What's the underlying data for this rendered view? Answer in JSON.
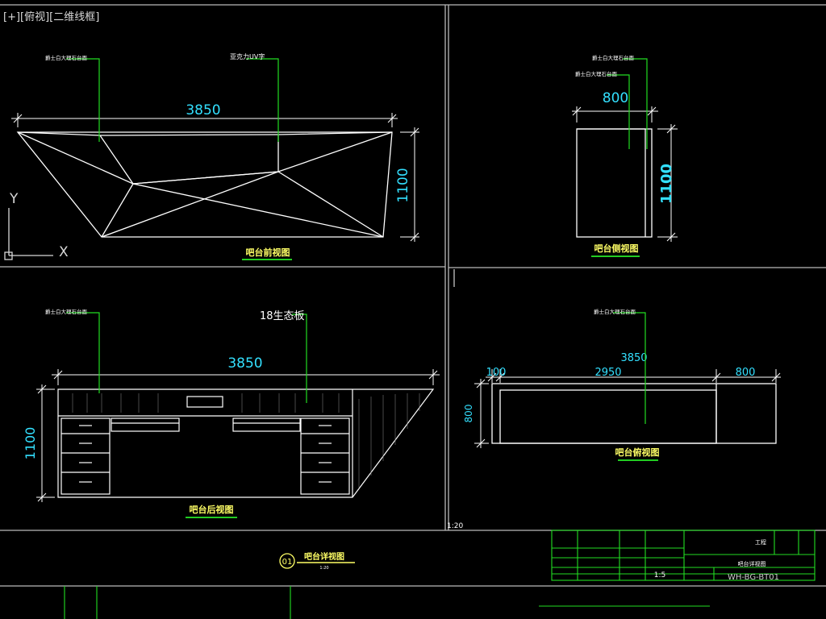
{
  "viewport": {
    "label": "[+][俯视][二维线框]"
  },
  "ucs": {
    "x_label": "X",
    "y_label": "Y"
  },
  "scale_note": "1:20",
  "colors": {
    "background": "#000000",
    "geometry": "#ffffff",
    "dimension": "#33e0ff",
    "leader": "#22dd22",
    "frame": "#b9b9b9",
    "title_text": "#ffff66",
    "underline": "#22cc22"
  },
  "views": {
    "front": {
      "title": "吧台前视图",
      "dim_width": "3850",
      "dim_height": "1100",
      "callouts": [
        "爵士白大理石台面",
        "亚克力UV字"
      ]
    },
    "side": {
      "title": "吧台侧视图",
      "dim_width": "800",
      "dim_height": "1100",
      "callouts": [
        "爵士白大理石台面",
        "爵士白大理石台面"
      ]
    },
    "back": {
      "title": "吧台后视图",
      "dim_width": "3850",
      "dim_height": "1100",
      "callouts": [
        "爵士白大理石台面",
        "18生态板"
      ]
    },
    "top": {
      "title": "吧台俯视图",
      "dim_total": "3850",
      "dim_segments": [
        "100",
        "2950",
        "800"
      ],
      "dim_height": "800",
      "callouts": [
        "爵士白大理石台面"
      ]
    }
  },
  "detail_marker": {
    "number": "01",
    "title": "吧台详视图",
    "scale": "1:20"
  },
  "title_block": {
    "project_label": "工程",
    "drawing_name": "吧台详视图",
    "scale": "1:5",
    "drawing_number": "WH-BG-BT01"
  }
}
